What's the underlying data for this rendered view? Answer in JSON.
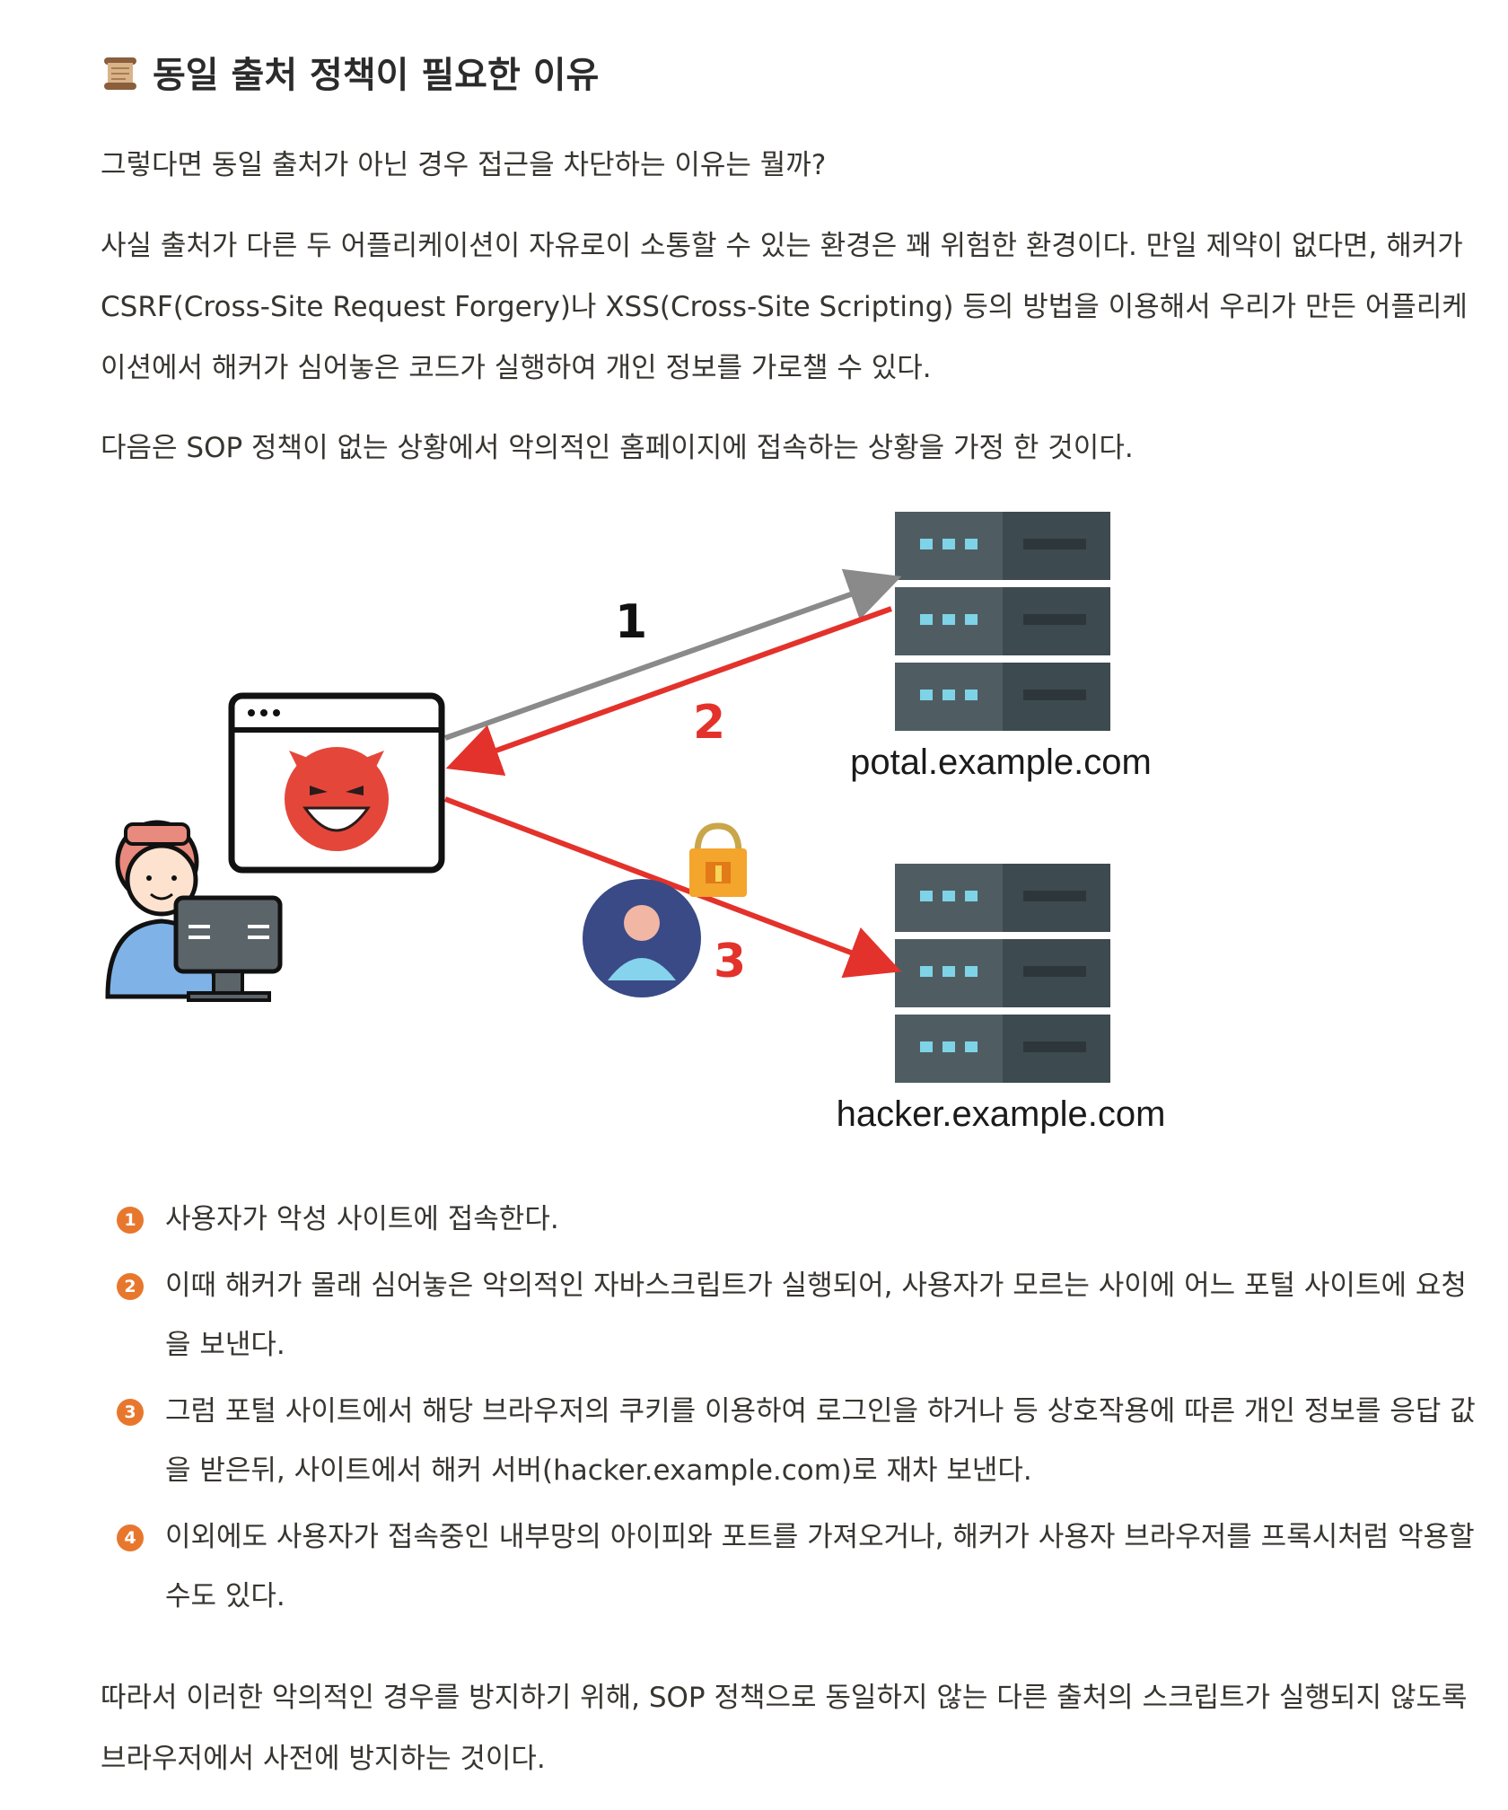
{
  "heading": {
    "icon": "scroll-icon",
    "text": "동일 출처 정책이 필요한 이유"
  },
  "paragraphs": {
    "p1": "그렇다면 동일 출처가 아닌 경우 접근을 차단하는 이유는 뭘까?",
    "p2": "사실 출처가 다른 두 어플리케이션이 자유로이 소통할 수 있는 환경은 꽤 위험한 환경이다. 만일 제약이 없다면, 해커가 CSRF(Cross-Site Request Forgery)나 XSS(Cross-Site Scripting) 등의 방법을 이용해서 우리가 만든 어플리케이션에서 해커가 심어놓은 코드가 실행하여 개인 정보를 가로챌 수 있다.",
    "p3": "다음은 SOP 정책이 없는 상황에서 악의적인 홈페이지에 접속하는 상황을 가정 한 것이다.",
    "p4": "따라서 이러한 악의적인 경우를 방지하기 위해, SOP 정책으로 동일하지 않는 다른 출처의 스크립트가 실행되지 않도록 브라우저에서 사전에 방지하는 것이다."
  },
  "diagram": {
    "step_labels": [
      "1",
      "2",
      "3"
    ],
    "server_top_label": "potal.example.com",
    "server_bottom_label": "hacker.example.com",
    "colors": {
      "arrow_gray": "#8a8a8a",
      "arrow_red": "#e3322b",
      "label_red": "#e3322b",
      "server_dark": "#3d4a4f",
      "server_mid": "#4f5d63",
      "led": "#7fd3e6"
    }
  },
  "list": [
    {
      "marker": "1",
      "text": "사용자가 악성 사이트에 접속한다."
    },
    {
      "marker": "2",
      "text": "이때 해커가 몰래 심어놓은 악의적인 자바스크립트가 실행되어, 사용자가 모르는 사이에 어느 포털 사이트에 요청을 보낸다."
    },
    {
      "marker": "3",
      "text": "그럼 포털 사이트에서 해당 브라우저의 쿠키를 이용하여 로그인을 하거나 등 상호작용에 따른 개인 정보를 응답 값을 받은뒤, 사이트에서 해커 서버(hacker.example.com)로 재차 보낸다."
    },
    {
      "marker": "4",
      "text": "이외에도 사용자가 접속중인 내부망의 아이피와 포트를 가져오거나, 해커가 사용자 브라우저를 프록시처럼 악용할 수도 있다."
    }
  ]
}
